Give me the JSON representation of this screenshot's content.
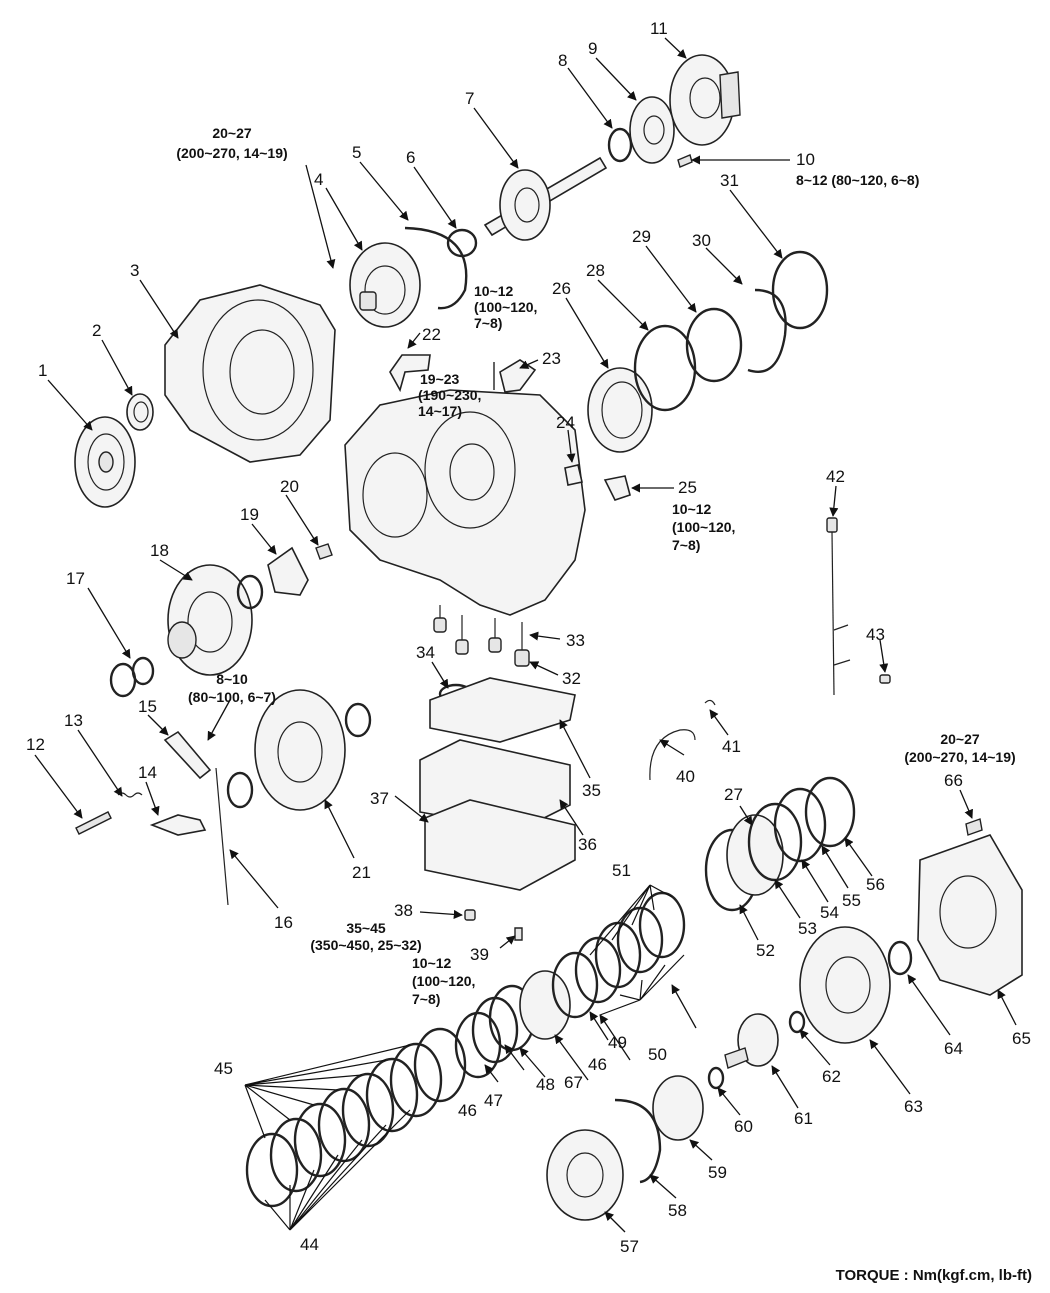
{
  "labels": {
    "1": "1",
    "2": "2",
    "3": "3",
    "4": "4",
    "5": "5",
    "6": "6",
    "7": "7",
    "8": "8",
    "9": "9",
    "10": "10",
    "11": "11",
    "12": "12",
    "13": "13",
    "14": "14",
    "15": "15",
    "16": "16",
    "17": "17",
    "18": "18",
    "19": "19",
    "20": "20",
    "21": "21",
    "22": "22",
    "23": "23",
    "24": "24",
    "25": "25",
    "26": "26",
    "27": "27",
    "28": "28",
    "29": "29",
    "30": "30",
    "31": "31",
    "32": "32",
    "33": "33",
    "34": "34",
    "35": "35",
    "36": "36",
    "37": "37",
    "38": "38",
    "39": "39",
    "40": "40",
    "41": "41",
    "42": "42",
    "43": "43",
    "44": "44",
    "45": "45",
    "46a": "46",
    "46b": "46",
    "47": "47",
    "48": "48",
    "49": "49",
    "50": "50",
    "51": "51",
    "52": "52",
    "53": "53",
    "54": "54",
    "55": "55",
    "56": "56",
    "57": "57",
    "58": "58",
    "59": "59",
    "60": "60",
    "61": "61",
    "62": "62",
    "63": "63",
    "64": "64",
    "65": "65",
    "66": "66",
    "67": "67"
  },
  "torque": {
    "t4_l1": "20~27",
    "t4_l2": "(200~270, 14~19)",
    "t5_l1": "10~12",
    "t5_l2": "(100~120,",
    "t5_l3": "7~8)",
    "t10": "8~12 (80~120, 6~8)",
    "t23_l1": "19~23",
    "t23_l2": "(190~230,",
    "t23_l3": "14~17)",
    "t25_l1": "10~12",
    "t25_l2": "(100~120,",
    "t25_l3": "7~8)",
    "t15_l1": "8~10",
    "t15_l2": "(80~100, 6~7)",
    "t38_l1": "35~45",
    "t38_l2": "(350~450, 25~32)",
    "t39_l1": "10~12",
    "t39_l2": "(100~120,",
    "t39_l3": "7~8)",
    "t66_l1": "20~27",
    "t66_l2": "(200~270, 14~19)"
  },
  "footer": "TORQUE : Nm(kgf.cm, lb-ft)"
}
